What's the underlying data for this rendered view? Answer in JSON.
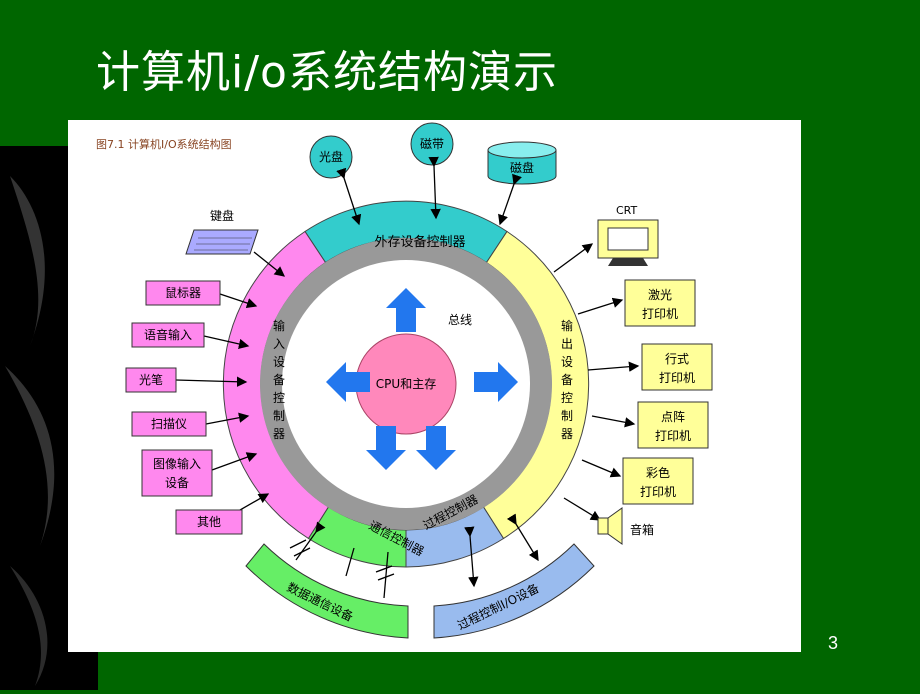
{
  "slide": {
    "title": "计算机i/o系统结构演示",
    "page_number": "3",
    "colors": {
      "background": "#006600",
      "external_storage": "#33cccc",
      "input": "#ff88ee",
      "output": "#ffff99",
      "comm": "#66ee66",
      "process": "#99bbee",
      "ring": "#999999",
      "core": "#ff88bb",
      "arrow": "#2277ee"
    }
  },
  "figure": {
    "caption": "图7.1 计算机I/O系统结构图",
    "core": "CPU和主存",
    "bus": "总线",
    "segments": {
      "external": "外存设备控制器",
      "input": [
        "输",
        "入",
        "设",
        "备",
        "控",
        "制",
        "器"
      ],
      "output": [
        "输",
        "出",
        "设",
        "备",
        "控",
        "制",
        "器"
      ],
      "comm": "通信控制器",
      "process": "过程控制器"
    },
    "storage_devices": {
      "optical": "光盘",
      "tape": "磁带",
      "disk": "磁盘"
    },
    "input_devices": {
      "keyboard": "键盘",
      "mouse": "鼠标器",
      "voice": "语音输入",
      "lightpen": "光笔",
      "scanner": "扫描仪",
      "image": [
        "图像输入",
        "设备"
      ],
      "other": "其他"
    },
    "output_devices": {
      "crt": "CRT",
      "laser": [
        "激光",
        "打印机"
      ],
      "line": [
        "行式",
        "打印机"
      ],
      "dot": [
        "点阵",
        "打印机"
      ],
      "color": [
        "彩色",
        "打印机"
      ],
      "speaker": "音箱"
    },
    "bottom_devices": {
      "comm_device": "数据通信设备",
      "io_device": "过程控制I/O设备"
    }
  }
}
